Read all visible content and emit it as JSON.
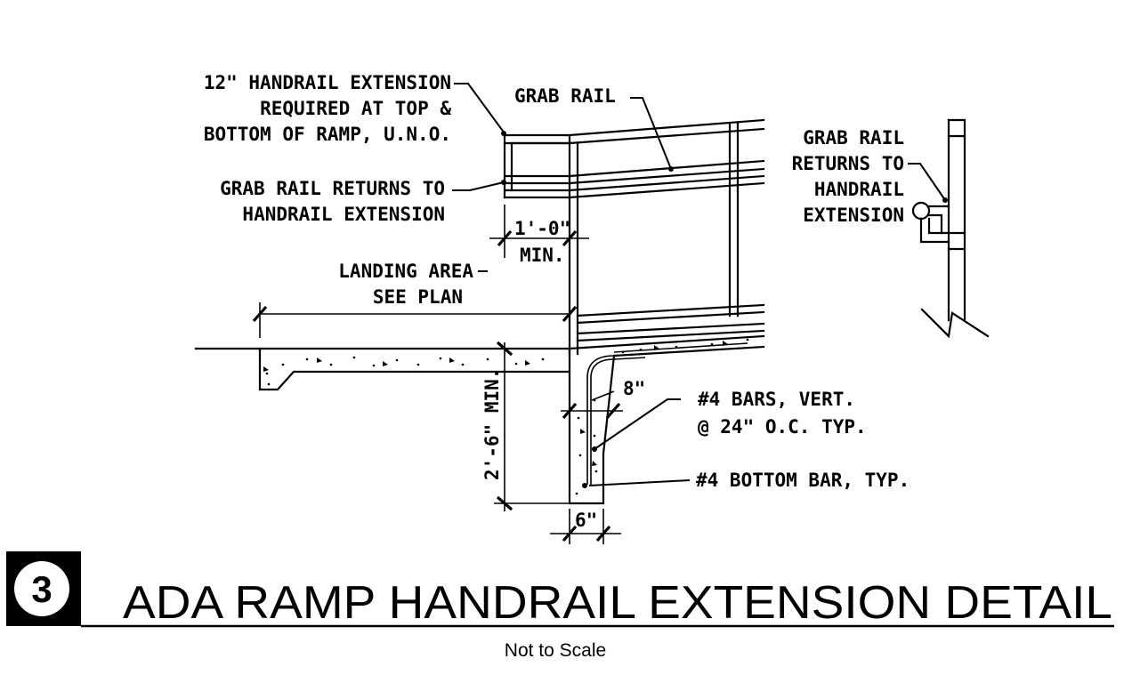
{
  "notes": {
    "handrail_extension": [
      "12\" HANDRAIL EXTENSION",
      "REQUIRED AT TOP &",
      "BOTTOM OF RAMP, U.N.O."
    ],
    "grab_rail": "GRAB RAIL",
    "grab_rail_returns_left": [
      "GRAB RAIL RETURNS TO",
      "HANDRAIL EXTENSION"
    ],
    "grab_rail_returns_right": [
      "GRAB RAIL",
      "RETURNS TO",
      "HANDRAIL",
      "EXTENSION"
    ],
    "landing_area": [
      "LANDING AREA",
      "SEE PLAN"
    ],
    "bars_vert": [
      "#4 BARS, VERT.",
      "@ 24\" O.C. TYP."
    ],
    "bottom_bar": "#4 BOTTOM BAR, TYP."
  },
  "dimensions": {
    "extension_length": "1'-0\"",
    "extension_min": "MIN.",
    "footing_depth": "2'-6\" MIN.",
    "bar_offset": "8\"",
    "wall_width": "6\""
  },
  "title_block": {
    "detail_number": "3",
    "title": "ADA RAMP HANDRAIL EXTENSION DETAIL",
    "scale": "Not to Scale"
  }
}
